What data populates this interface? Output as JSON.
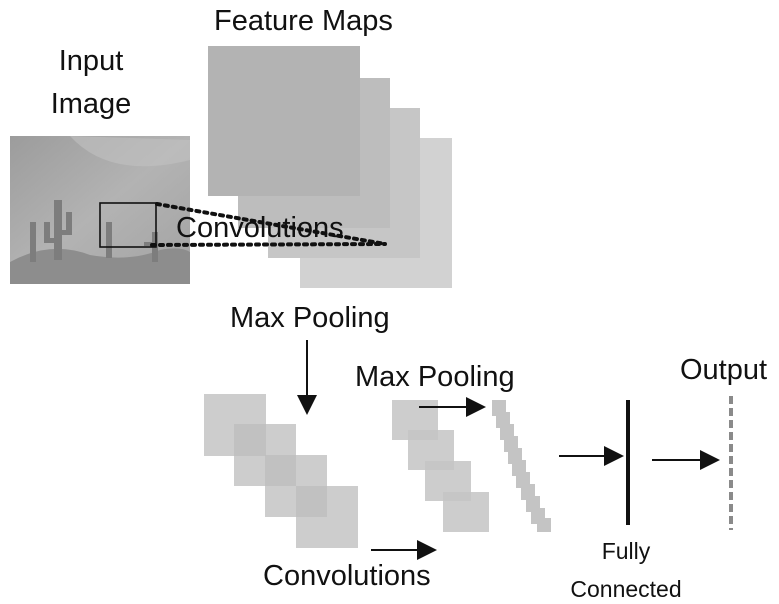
{
  "labels": {
    "feature_maps": "Feature Maps",
    "input_line1": "Input",
    "input_line2": "Image",
    "convolutions_top": "Convolutions",
    "max_pooling_1": "Max Pooling",
    "max_pooling_2": "Max Pooling",
    "output": "Output",
    "fully_line1": "Fully",
    "fully_line2": "Connected",
    "convolutions_bottom": "Convolutions"
  },
  "colors": {
    "map_fill": "#b9b9b9",
    "map_fill_light": "#cfcfcf",
    "arrow": "#111111",
    "output_dash": "#8a8a8a",
    "image_sky": "#a9a9a9",
    "image_ground": "#8f8f8f"
  },
  "icons": {
    "arrow": "arrow-icon",
    "cactus": "cactus-icon"
  }
}
